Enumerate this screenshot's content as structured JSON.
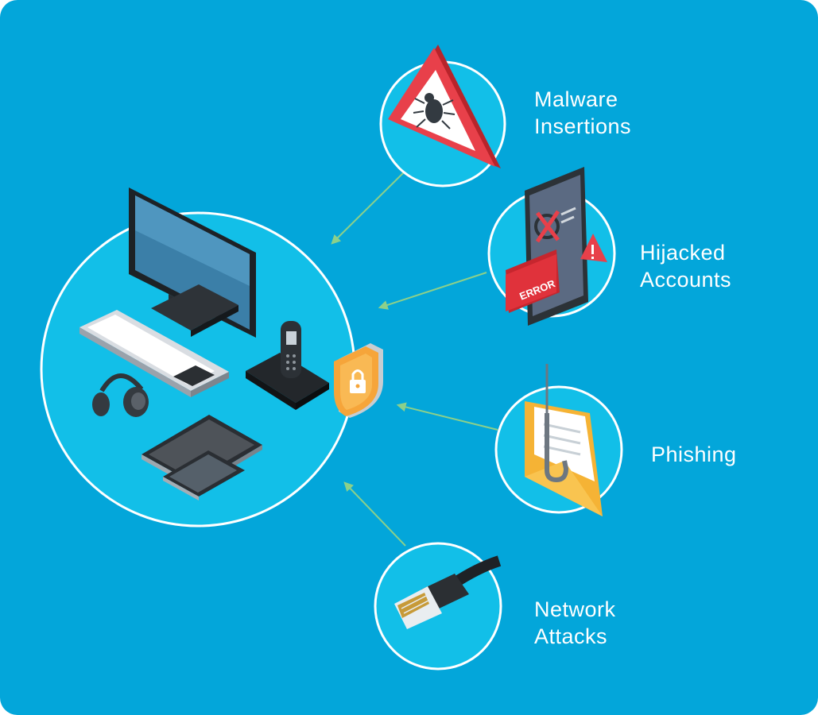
{
  "colors": {
    "background": "#03a6da",
    "circle_fill": "#12bfe8",
    "circle_stroke": "#ffffff",
    "arrow": "#8cd08a"
  },
  "center": {
    "devices": [
      "monitor-icon",
      "keyboard-icon",
      "headset-icon",
      "cordless-phone-icon",
      "tablet-icon",
      "smartphone-icon",
      "shield-lock-icon"
    ]
  },
  "threats": [
    {
      "id": "malware",
      "icon": "bug-warning-icon",
      "lines": [
        "Malware",
        "Insertions"
      ]
    },
    {
      "id": "hijacked",
      "icon": "phone-error-icon",
      "error_text": "ERROR",
      "lines": [
        "Hijacked",
        "Accounts"
      ]
    },
    {
      "id": "phishing",
      "icon": "fishhook-envelope-icon",
      "lines": [
        "Phishing"
      ]
    },
    {
      "id": "network",
      "icon": "ethernet-cable-icon",
      "lines": [
        "Network",
        "Attacks"
      ]
    }
  ]
}
